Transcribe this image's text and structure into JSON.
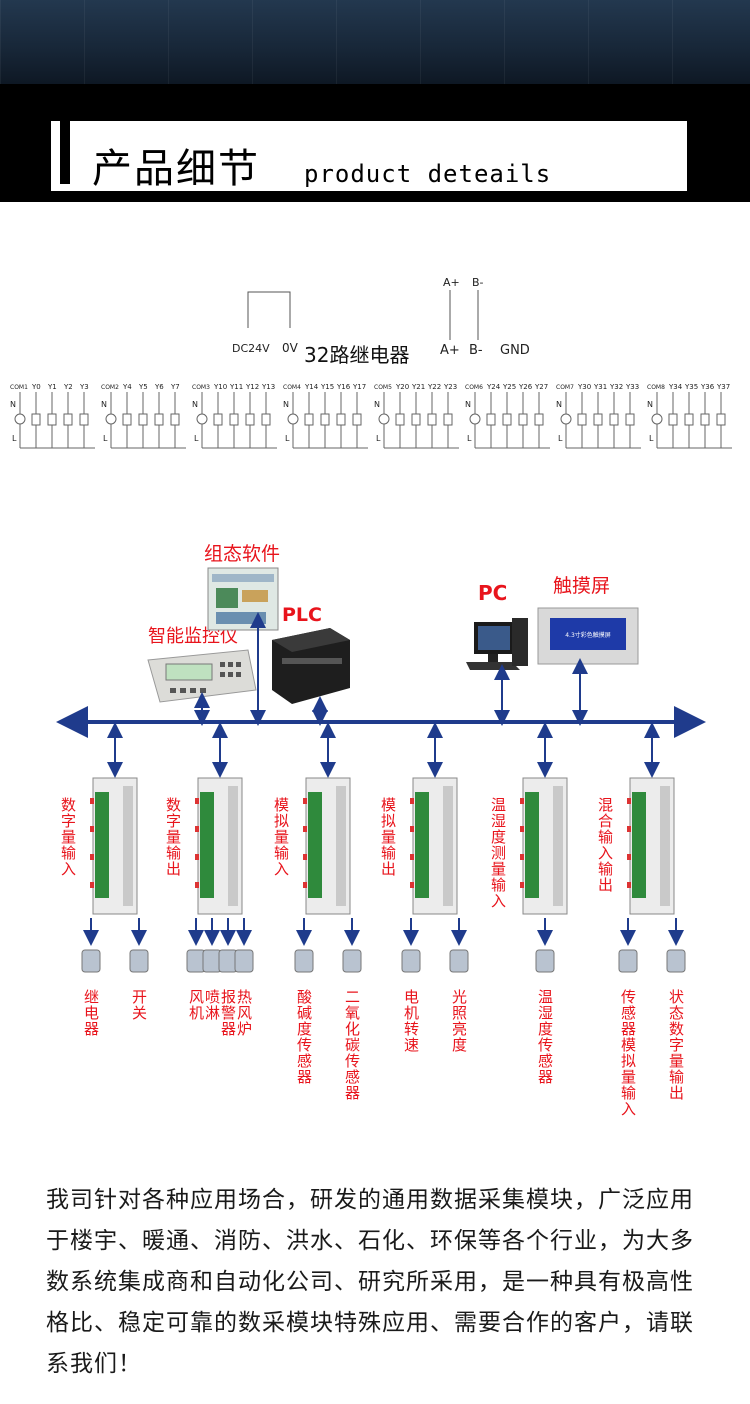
{
  "header": {
    "title_cn": "产品细节",
    "title_en": "product deteails"
  },
  "wiring": {
    "power_labels": [
      "DC24V",
      "0V"
    ],
    "module_title": "32路继电器",
    "bus_labels_top": [
      "A+",
      "B-"
    ],
    "bus_labels": [
      "A+",
      "B-",
      "GND"
    ],
    "side_labels": [
      "N",
      "L"
    ],
    "groups": [
      {
        "com": "COM1",
        "outputs": [
          "Y0",
          "Y1",
          "Y2",
          "Y3"
        ]
      },
      {
        "com": "COM2",
        "outputs": [
          "Y4",
          "Y5",
          "Y6",
          "Y7"
        ]
      },
      {
        "com": "COM3",
        "outputs": [
          "Y10",
          "Y11",
          "Y12",
          "Y13"
        ]
      },
      {
        "com": "COM4",
        "outputs": [
          "Y14",
          "Y15",
          "Y16",
          "Y17"
        ]
      },
      {
        "com": "COM5",
        "outputs": [
          "Y20",
          "Y21",
          "Y22",
          "Y23"
        ]
      },
      {
        "com": "COM6",
        "outputs": [
          "Y24",
          "Y25",
          "Y26",
          "Y27"
        ]
      },
      {
        "com": "COM7",
        "outputs": [
          "Y30",
          "Y31",
          "Y32",
          "Y33"
        ]
      },
      {
        "com": "COM8",
        "outputs": [
          "Y34",
          "Y35",
          "Y36",
          "Y37"
        ]
      }
    ]
  },
  "system": {
    "upper_devices": {
      "software": "组态软件",
      "plc": "PLC",
      "monitor": "智能监控仪",
      "pc": "PC",
      "touch": "触摸屏",
      "touch_screen_text": "4.3寸彩色触摸屏"
    },
    "modules": [
      {
        "label": "数字量输入",
        "devices": [
          "继电器",
          "开关"
        ]
      },
      {
        "label": "数字量输出",
        "devices": [
          "风机",
          "喷淋",
          "报警器",
          "热风炉"
        ]
      },
      {
        "label": "模拟量输入",
        "devices": [
          "酸碱度传感器",
          "二氧化碳传感器"
        ]
      },
      {
        "label": "模拟量输出",
        "devices": [
          "电机转速",
          "光照亮度"
        ]
      },
      {
        "label": "温湿度测量输入",
        "devices": [
          "温湿度传感器"
        ]
      },
      {
        "label": "混合输入输出",
        "devices": [
          "传感器模拟量输入",
          "状态数字量输出"
        ]
      }
    ],
    "colors": {
      "bus": "#1f3b8c",
      "label_red": "#e8141c"
    }
  },
  "description": "我司针对各种应用场合，研发的通用数据采集模块，广泛应用于楼宇、暖通、消防、洪水、石化、环保等各个行业，为大多数系统集成商和自动化公司、研究所采用，是一种具有极高性格比、稳定可靠的数采模块特殊应用、需要合作的客户，请联系我们！"
}
